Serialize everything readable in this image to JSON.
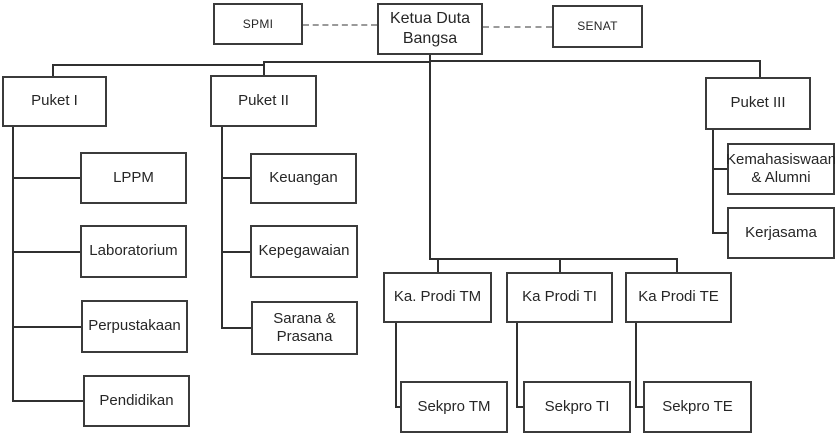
{
  "diagram": {
    "type": "org-chart",
    "nodes": {
      "spmi": {
        "label": "SPMI"
      },
      "ketua": {
        "label": "Ketua Duta Bangsa"
      },
      "senat": {
        "label": "SENAT"
      },
      "puket1": {
        "label": "Puket I"
      },
      "puket2": {
        "label": "Puket II"
      },
      "puket3": {
        "label": "Puket III"
      },
      "lppm": {
        "label": "LPPM"
      },
      "laboratorium": {
        "label": "Laboratorium"
      },
      "perpustakaan": {
        "label": "Perpustakaan"
      },
      "pendidikan": {
        "label": "Pendidikan"
      },
      "keuangan": {
        "label": "Keuangan"
      },
      "kepegawaian": {
        "label": "Kepegawaian"
      },
      "sarana": {
        "label": "Sarana & Prasana"
      },
      "kemahasiswaan": {
        "label": "Kemahasiswaan & Alumni"
      },
      "kerjasama": {
        "label": "Kerjasama"
      },
      "kaprodi_tm": {
        "label": "Ka. Prodi TM"
      },
      "kaprodi_ti": {
        "label": "Ka Prodi TI"
      },
      "kaprodi_te": {
        "label": "Ka Prodi TE"
      },
      "sekpro_tm": {
        "label": "Sekpro TM"
      },
      "sekpro_ti": {
        "label": "Sekpro TI"
      },
      "sekpro_te": {
        "label": "Sekpro TE"
      }
    },
    "edges": [
      {
        "from": "spmi",
        "to": "ketua",
        "style": "dashed"
      },
      {
        "from": "ketua",
        "to": "senat",
        "style": "dashed"
      },
      {
        "from": "ketua",
        "to": "puket1",
        "style": "solid"
      },
      {
        "from": "ketua",
        "to": "puket2",
        "style": "solid"
      },
      {
        "from": "ketua",
        "to": "puket3",
        "style": "solid"
      },
      {
        "from": "puket1",
        "to": "lppm",
        "style": "solid"
      },
      {
        "from": "puket1",
        "to": "laboratorium",
        "style": "solid"
      },
      {
        "from": "puket1",
        "to": "perpustakaan",
        "style": "solid"
      },
      {
        "from": "puket1",
        "to": "pendidikan",
        "style": "solid"
      },
      {
        "from": "puket2",
        "to": "keuangan",
        "style": "solid"
      },
      {
        "from": "puket2",
        "to": "kepegawaian",
        "style": "solid"
      },
      {
        "from": "puket2",
        "to": "sarana",
        "style": "solid"
      },
      {
        "from": "puket3",
        "to": "kemahasiswaan",
        "style": "solid"
      },
      {
        "from": "puket3",
        "to": "kerjasama",
        "style": "solid"
      },
      {
        "from": "ketua",
        "to": "kaprodi_tm",
        "style": "solid"
      },
      {
        "from": "ketua",
        "to": "kaprodi_ti",
        "style": "solid"
      },
      {
        "from": "ketua",
        "to": "kaprodi_te",
        "style": "solid"
      },
      {
        "from": "kaprodi_tm",
        "to": "sekpro_tm",
        "style": "solid"
      },
      {
        "from": "kaprodi_ti",
        "to": "sekpro_ti",
        "style": "solid"
      },
      {
        "from": "kaprodi_te",
        "to": "sekpro_te",
        "style": "solid"
      }
    ],
    "colors": {
      "background": "#ffffff",
      "box_border": "#3b3b3b",
      "text": "#262626",
      "connector": "#303030",
      "dashed_connector": "#9a9a9a"
    }
  }
}
